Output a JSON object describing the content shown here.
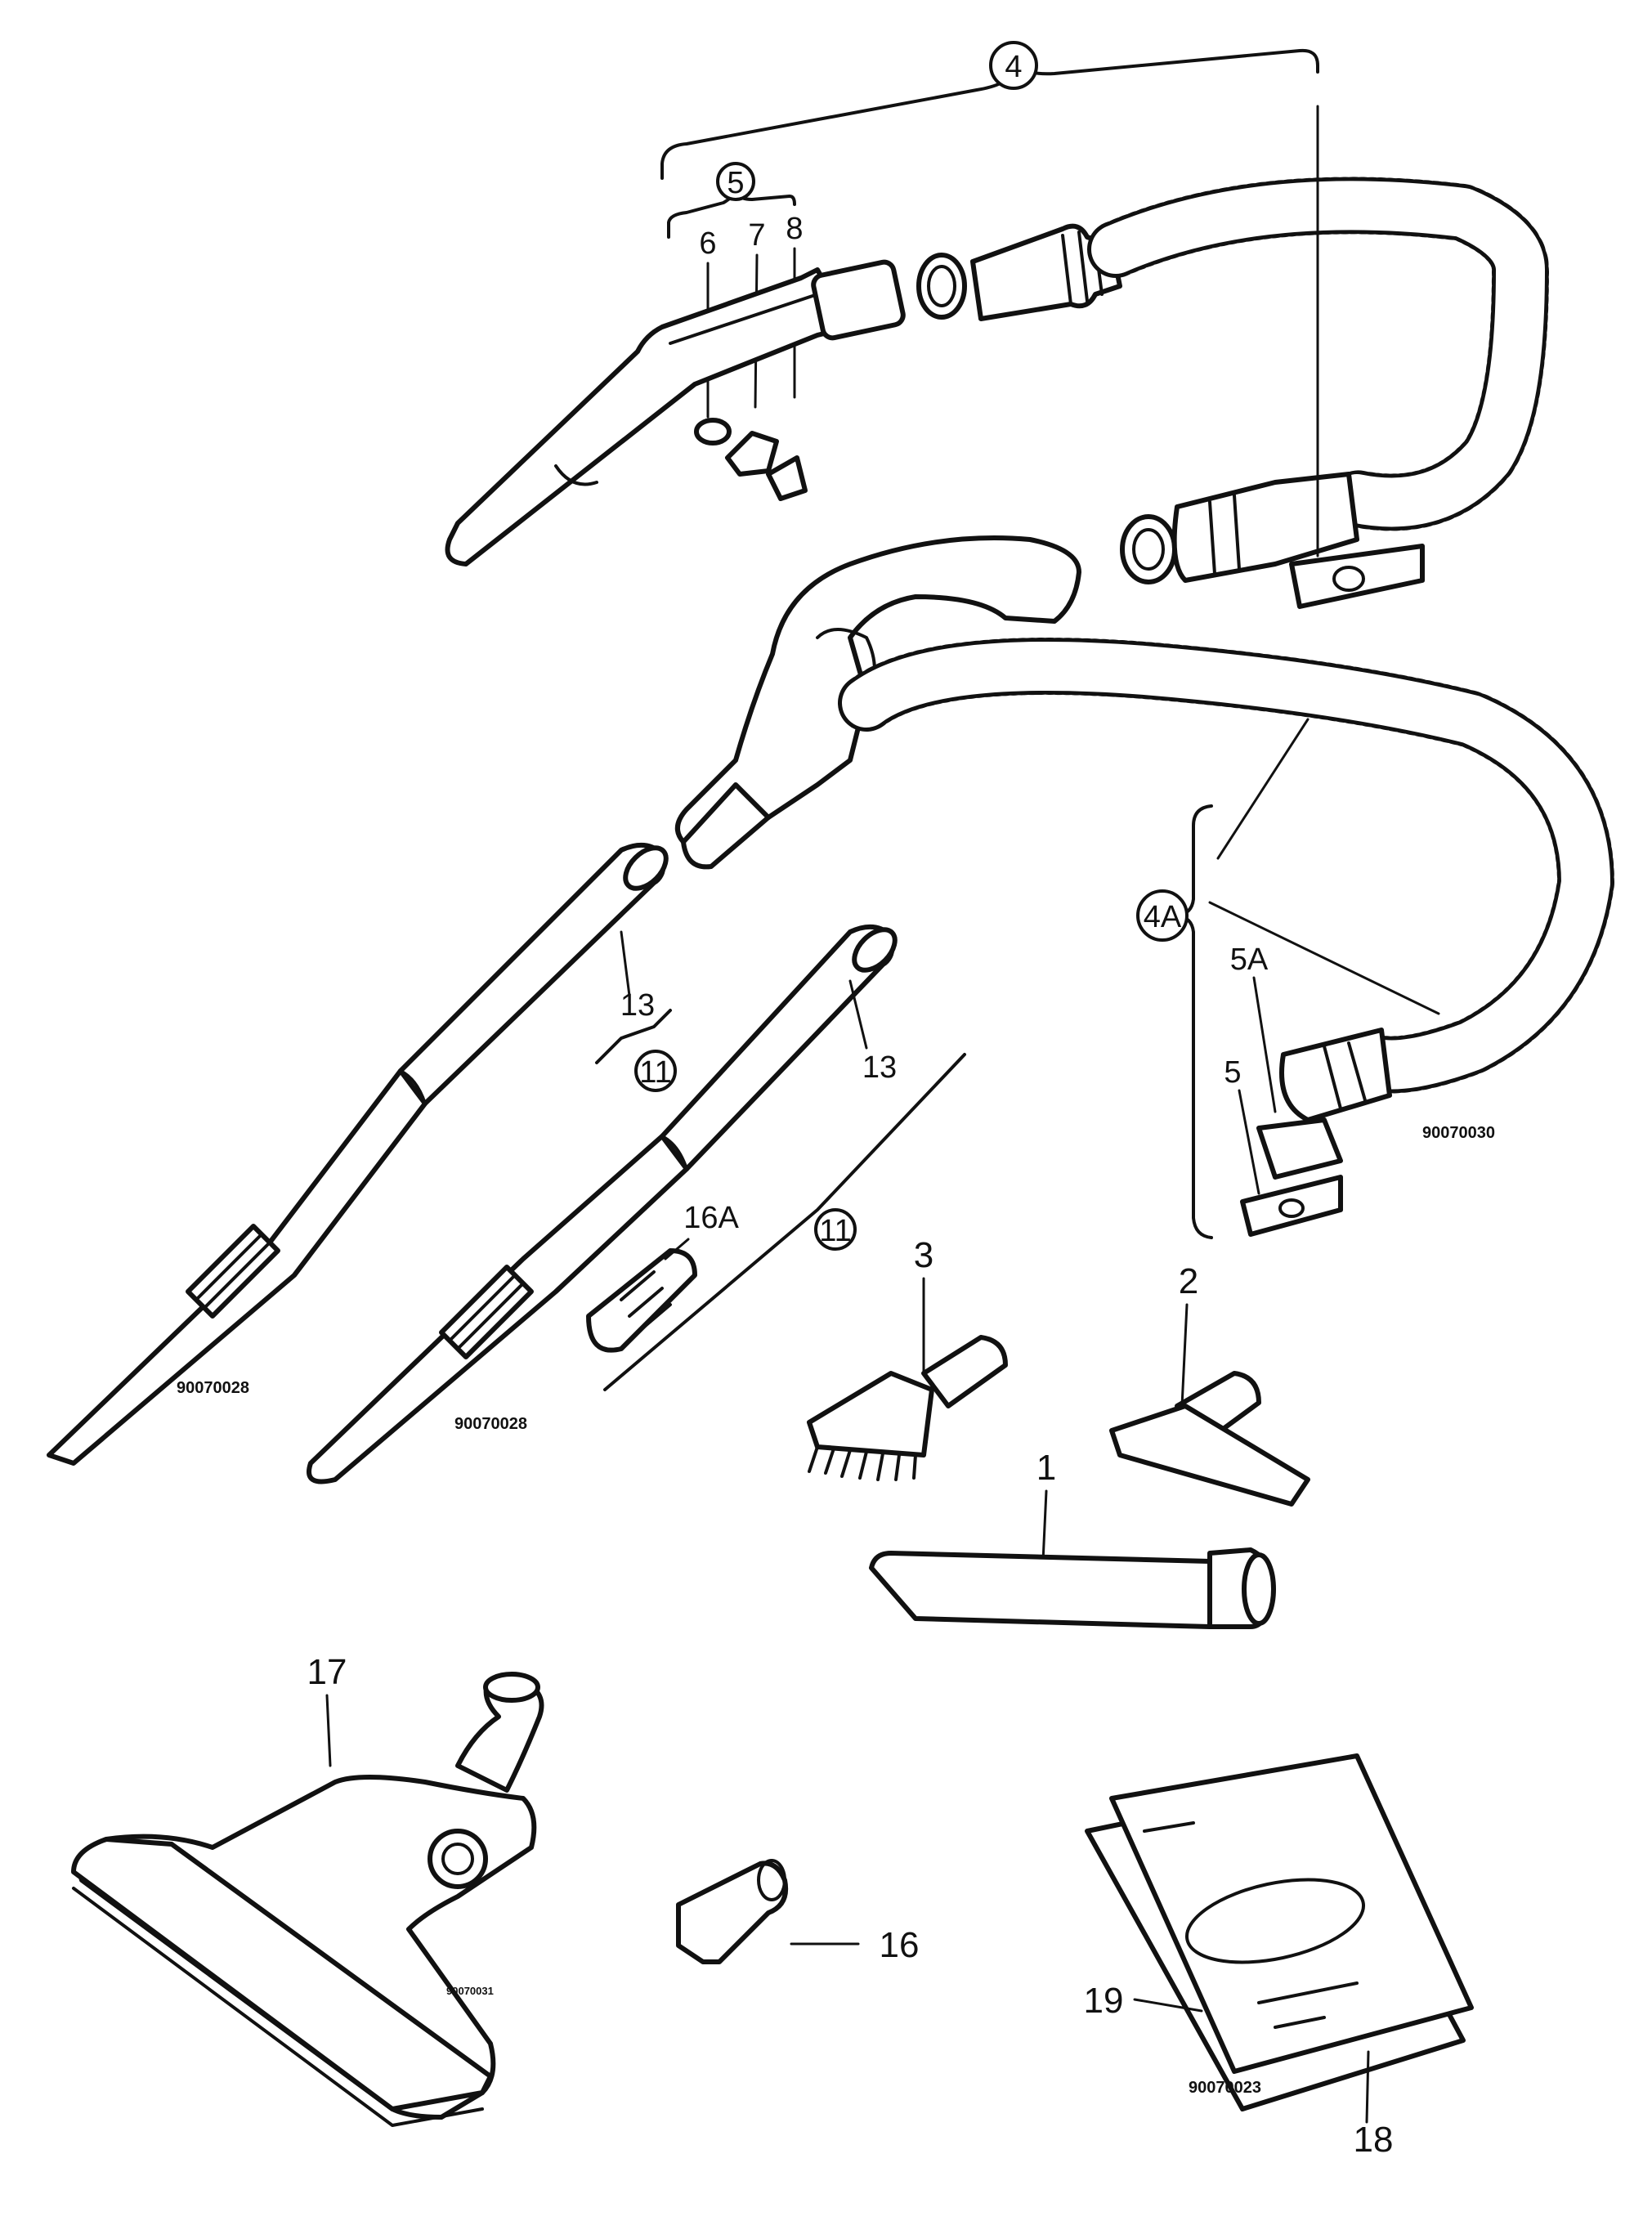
{
  "callouts": {
    "c1": "1",
    "c2": "2",
    "c3": "3",
    "c4": "4",
    "c4a": "4A",
    "c5_circle": "5",
    "c5a": "5A",
    "c5": "5",
    "c6": "6",
    "c7": "7",
    "c8": "8",
    "c11_left": "11",
    "c11_right": "11",
    "c13_left": "13",
    "c13_right": "13",
    "c16": "16",
    "c16a": "16A",
    "c17": "17",
    "c18": "18",
    "c19": "19"
  },
  "codes": {
    "hose_group": "90070030",
    "tube_left": "90070028",
    "tube_right": "90070028",
    "nozzle": "90070031",
    "manual": "90070023"
  }
}
